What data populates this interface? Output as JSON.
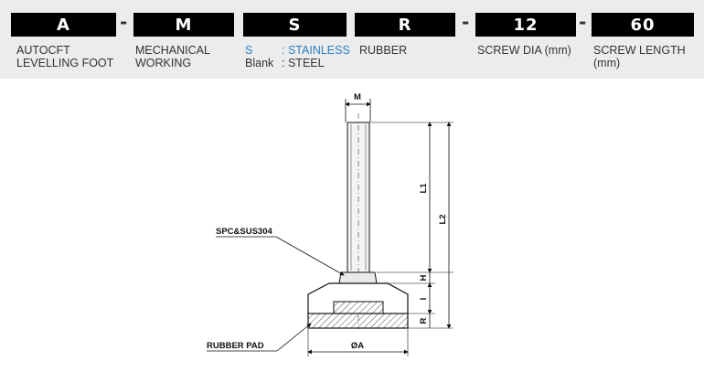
{
  "code": {
    "segments": [
      {
        "code": "A",
        "desc_line1": "AUTOCFT",
        "desc_line2": "LEVELLING FOOT"
      },
      {
        "code": "M",
        "desc_line1": "MECHANICAL",
        "desc_line2": "WORKING"
      },
      {
        "code": "S",
        "option1_code": "S",
        "option1_sep": ":",
        "option1_text": "STAINLESS",
        "option2_code": "Blank",
        "option2_sep": ":",
        "option2_text": "STEEL"
      },
      {
        "code": "R",
        "desc_line1": "RUBBER"
      },
      {
        "code": "12",
        "desc_line1": "SCREW DIA (mm)"
      },
      {
        "code": "60",
        "desc_line1": "SCREW LENGTH",
        "desc_line2": "(mm)"
      }
    ],
    "separator": "-"
  },
  "drawing": {
    "labels": {
      "m": "M",
      "l1": "L1",
      "l2": "L2",
      "h": "H",
      "i": "I",
      "r": "R",
      "oa": "ØA",
      "material": "SPC&SUS304",
      "rubber_pad": "RUBBER PAD"
    }
  },
  "colors": {
    "accent_blue": "#2a7fc6",
    "header_bg": "#ececec",
    "code_box": "#000000"
  }
}
